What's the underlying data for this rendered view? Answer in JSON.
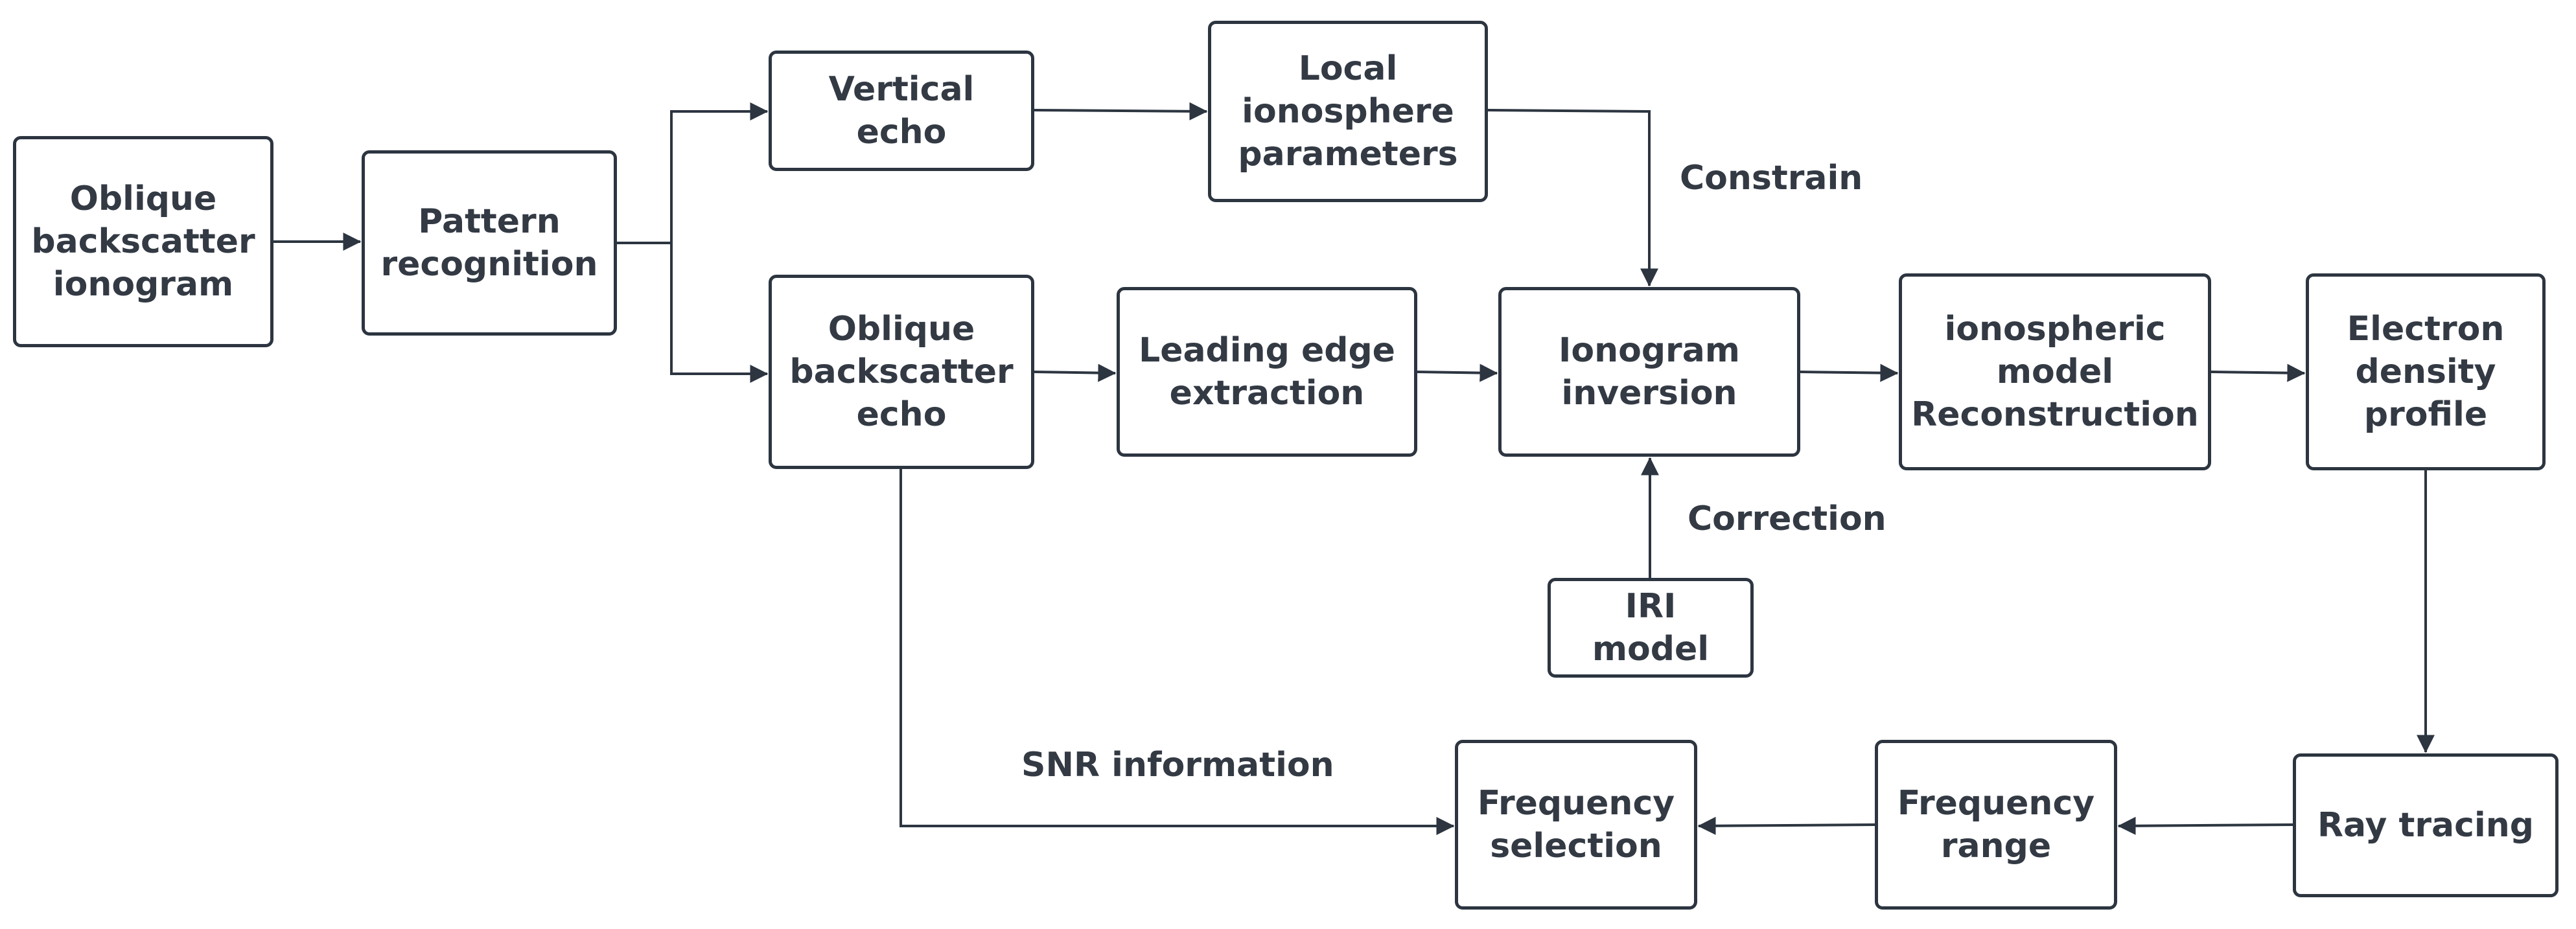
{
  "nodes": {
    "oblique_ionogram": "Oblique\nbackscatter\nionogram",
    "pattern_recognition": "Pattern\nrecognition",
    "vertical_echo": "Vertical\necho",
    "local_parameters": "Local\nionosphere\nparameters",
    "oblique_echo": "Oblique\nbackscatter\necho",
    "leading_edge": "Leading edge\nextraction",
    "ionogram_inversion": "Ionogram\ninversion",
    "iri_model": "IRI\nmodel",
    "model_reconstruction": "ionospheric\nmodel\nReconstruction",
    "density_profile": "Electron\ndensity\nprofile",
    "ray_tracing": "Ray tracing",
    "frequency_range": "Frequency\nrange",
    "frequency_selection": "Frequency\nselection"
  },
  "edge_labels": {
    "constrain": "Constrain",
    "correction": "Correction",
    "snr": "SNR information"
  },
  "colors": {
    "line": "#2c3540",
    "text": "#333a44"
  }
}
